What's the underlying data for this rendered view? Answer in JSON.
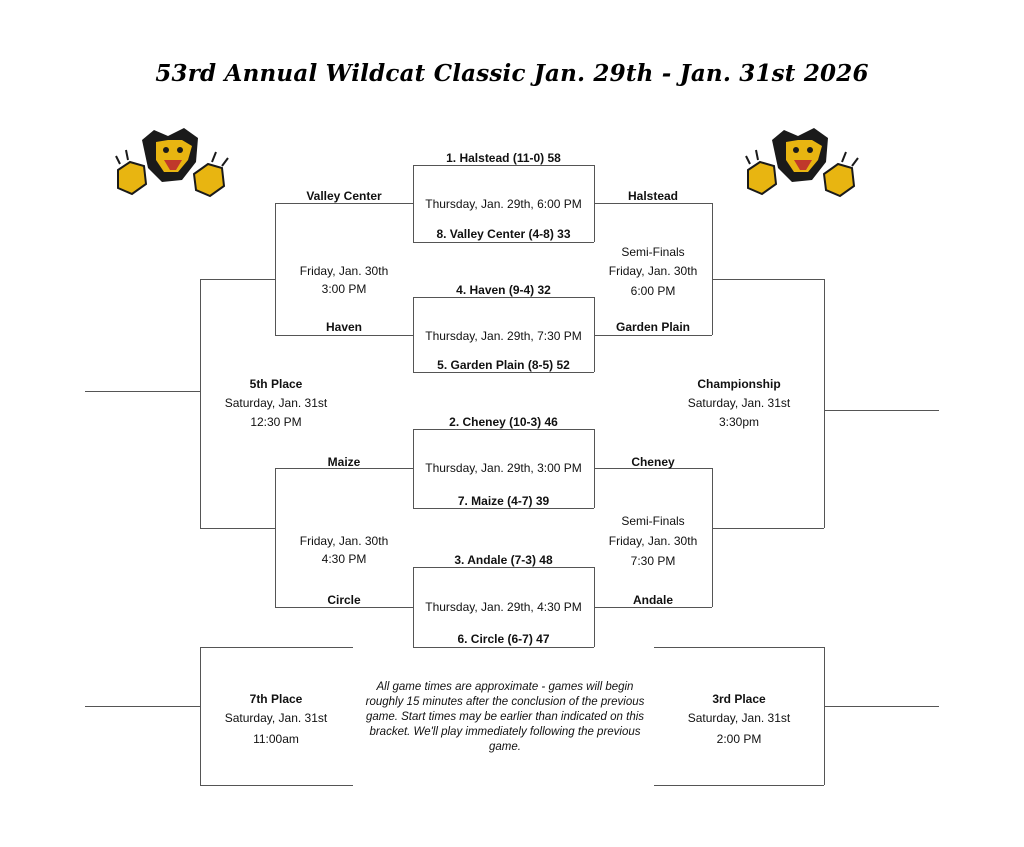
{
  "title": "53rd Annual Wildcat Classic Jan. 29th - Jan. 31st 2026",
  "quarterfinals": [
    {
      "top_seed": "1. Halstead (11-0) 58",
      "time": "Thursday, Jan. 29th, 6:00 PM",
      "bottom_seed": "8. Valley Center (4-8)  33"
    },
    {
      "top_seed": "4. Haven (9-4) 32",
      "time": "Thursday, Jan. 29th, 7:30 PM",
      "bottom_seed": "5. Garden Plain (8-5) 52"
    },
    {
      "top_seed": "2. Cheney (10-3) 46",
      "time": "Thursday, Jan. 29th, 3:00 PM",
      "bottom_seed": "7. Maize (4-7) 39"
    },
    {
      "top_seed": "3. Andale (7-3) 48",
      "time": "Thursday, Jan. 29th, 4:30 PM",
      "bottom_seed": "6. Circle (6-7) 47"
    }
  ],
  "consolation": {
    "top": {
      "team1": "Valley Center",
      "team2": "Haven",
      "date": "Friday, Jan. 30th",
      "time": "3:00 PM"
    },
    "bottom": {
      "team1": "Maize",
      "team2": "Circle",
      "date": "Friday, Jan. 30th",
      "time": "4:30 PM"
    }
  },
  "semifinals": {
    "top": {
      "team1": "Halstead",
      "team2": "Garden Plain",
      "label": "Semi-Finals",
      "date": "Friday, Jan. 30th",
      "time": "6:00 PM"
    },
    "bottom": {
      "team1": "Cheney",
      "team2": "Andale",
      "label": "Semi-Finals",
      "date": "Friday, Jan. 30th",
      "time": "7:30 PM"
    }
  },
  "fifth_place": {
    "label": "5th Place",
    "date": "Saturday, Jan. 31st",
    "time": "12:30 PM"
  },
  "championship": {
    "label": "Championship",
    "date": "Saturday, Jan. 31st",
    "time": "3:30pm"
  },
  "seventh_place": {
    "label": "7th Place",
    "date": "Saturday, Jan. 31st",
    "time": "11:00am"
  },
  "third_place": {
    "label": "3rd Place",
    "date": "Saturday, Jan. 31st",
    "time": "2:00 PM"
  },
  "note": "All game times are approximate - games will begin roughly 15 minutes after the conclusion of the previous game. Start times may be earlier than indicated on this bracket. We'll play immediately following the previous game.",
  "logo_colors": {
    "gold": "#e8b511",
    "black": "#1a1a1a",
    "red": "#c0392b"
  }
}
